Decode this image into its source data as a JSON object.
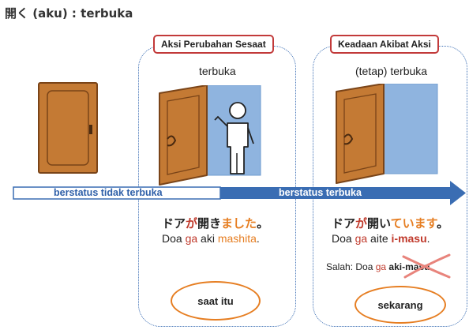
{
  "title": "開く (aku) : terbuka",
  "panels": {
    "left": {
      "label": "Aksi Perubahan Sesaat"
    },
    "right": {
      "label": "Keadaan Akibat Aksi"
    }
  },
  "states": {
    "open_now": "terbuka",
    "still_open": "(tetap) terbuka"
  },
  "timeline": {
    "before": "berstatus tidak terbuka",
    "after": "berstatus terbuka",
    "colors": {
      "before": "#2e5fa8",
      "after": "#3a6db3"
    }
  },
  "sentences": {
    "left": {
      "jp": [
        "ドア",
        "が",
        "開き",
        "ました",
        "。"
      ],
      "roman": [
        "Doa ",
        "ga",
        " aki ",
        "mashita",
        "."
      ]
    },
    "right": {
      "jp": [
        "ドア",
        "が",
        "開い",
        "ています",
        "。"
      ],
      "roman": [
        "Doa ",
        "ga",
        " aite ",
        "i-masu",
        "."
      ],
      "salah": [
        "Salah: Doa ",
        "ga",
        " ",
        "aki-masu"
      ]
    }
  },
  "badges": {
    "left": "saat itu",
    "right": "sekarang"
  },
  "icons": [
    "door-closed-icon",
    "door-open-with-person-icon",
    "door-open-icon",
    "cross-mark-icon"
  ]
}
